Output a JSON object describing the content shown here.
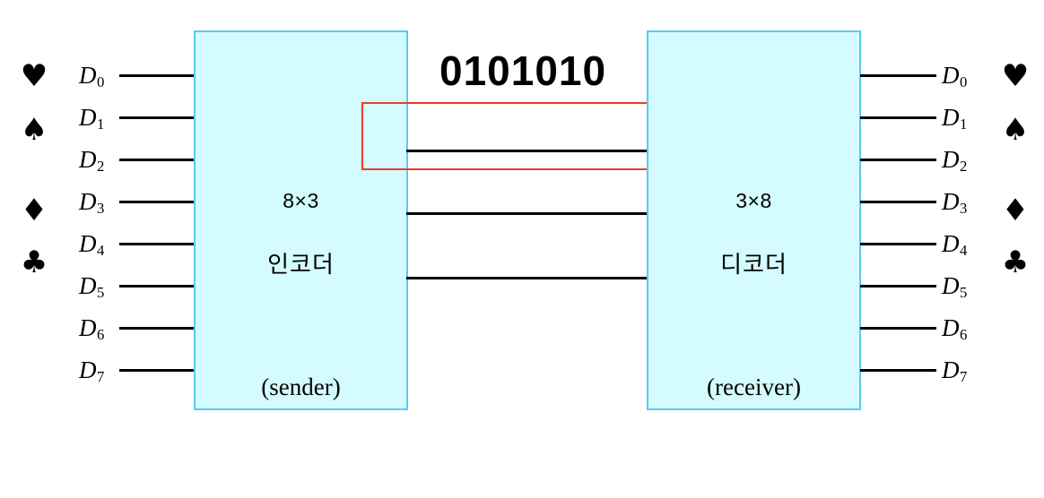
{
  "diagram": {
    "title_text": "",
    "colors": {
      "block_fill": "#d4fbff",
      "block_border": "#5bc8f5",
      "wire": "#000000",
      "highlight": "#ee3b2b",
      "background": "#ffffff"
    },
    "bitstream": {
      "value": "0101010",
      "bits": [
        "0",
        "1",
        "0",
        "1",
        "0",
        "1",
        "0"
      ]
    },
    "sender": {
      "title_line1": "8×3",
      "title_line2": "인코더",
      "role": "(sender)"
    },
    "receiver": {
      "title_line1": "3×8",
      "title_line2": "디코더",
      "role": "(receiver)"
    },
    "input_lines": [
      {
        "label": "D",
        "index": "0"
      },
      {
        "label": "D",
        "index": "1"
      },
      {
        "label": "D",
        "index": "2"
      },
      {
        "label": "D",
        "index": "3"
      },
      {
        "label": "D",
        "index": "4"
      },
      {
        "label": "D",
        "index": "5"
      },
      {
        "label": "D",
        "index": "6"
      },
      {
        "label": "D",
        "index": "7"
      }
    ],
    "output_lines": [
      {
        "label": "D",
        "index": "0"
      },
      {
        "label": "D",
        "index": "1"
      },
      {
        "label": "D",
        "index": "2"
      },
      {
        "label": "D",
        "index": "3"
      },
      {
        "label": "D",
        "index": "4"
      },
      {
        "label": "D",
        "index": "5"
      },
      {
        "label": "D",
        "index": "6"
      },
      {
        "label": "D",
        "index": "7"
      }
    ],
    "left_suits": [
      {
        "name": "heart-suit",
        "glyph": "♥"
      },
      {
        "name": "spade-suit",
        "glyph": "♠"
      },
      {
        "name": "diamond-suit",
        "glyph": "♦"
      },
      {
        "name": "club-suit",
        "glyph": "♣"
      }
    ],
    "right_suits": [
      {
        "name": "heart-suit",
        "glyph": "♥"
      },
      {
        "name": "spade-suit",
        "glyph": "♠"
      },
      {
        "name": "diamond-suit",
        "glyph": "♦"
      },
      {
        "name": "club-suit",
        "glyph": "♣"
      }
    ],
    "bus_lines": 3
  }
}
